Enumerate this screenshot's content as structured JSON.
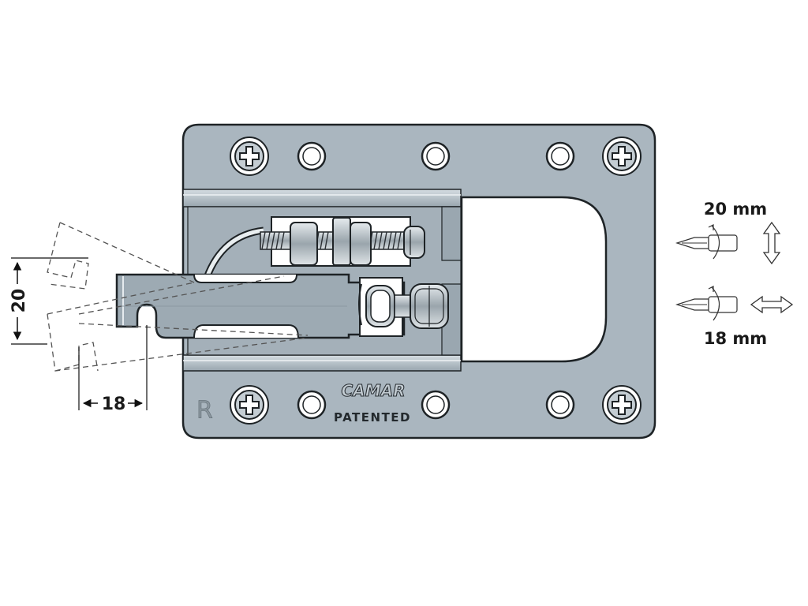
{
  "diagram": {
    "brand_logo": "CAMAR",
    "patent_label": "PATENTED",
    "side_mark": "R",
    "depth_adjust_label": "20",
    "lateral_adjust_label": "18",
    "vertical_adjust_mm": "20 mm",
    "horizontal_adjust_mm": "18 mm"
  },
  "colors": {
    "plate": "#aab6bf",
    "plate_dark": "#8f9ca6",
    "outline": "#1e2326",
    "steel": "#c9d0d4",
    "dashed": "#555555"
  },
  "icons": {
    "screwdriver": "screwdriver-icon",
    "vertical_arrow": "double-arrow-vertical-icon",
    "horizontal_arrow": "double-arrow-horizontal-icon",
    "cross_screw": "cross-screw-icon"
  }
}
